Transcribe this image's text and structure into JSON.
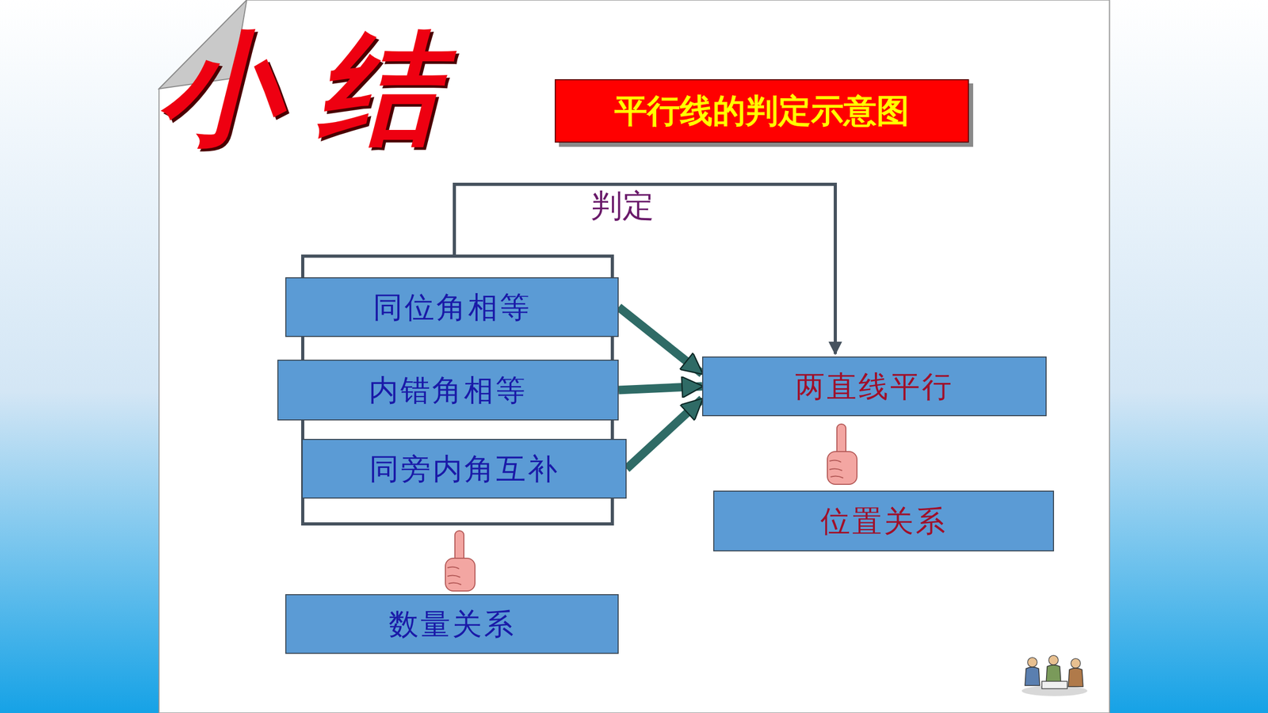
{
  "diagram": {
    "title": "平行线的判定示意图",
    "nodes": [
      {
        "text": [
          "同位角相等"
        ]
      },
      {
        "text": [
          "内错角相等"
        ]
      },
      {
        "text": [
          "同旁内角互补"
        ]
      },
      {
        "text": [
          "两直线平行"
        ]
      },
      {
        "text": [
          "位置关系"
        ]
      },
      {
        "text": [
          "数量关系"
        ]
      }
    ],
    "edges": [
      {
        "from": 0,
        "to": 3,
        "arrow": "to"
      },
      {
        "from": 1,
        "to": 3,
        "arrow": "to"
      },
      {
        "from": 2,
        "to": 3,
        "arrow": "to"
      }
    ],
    "labels": [
      "小结",
      "判定"
    ]
  }
}
